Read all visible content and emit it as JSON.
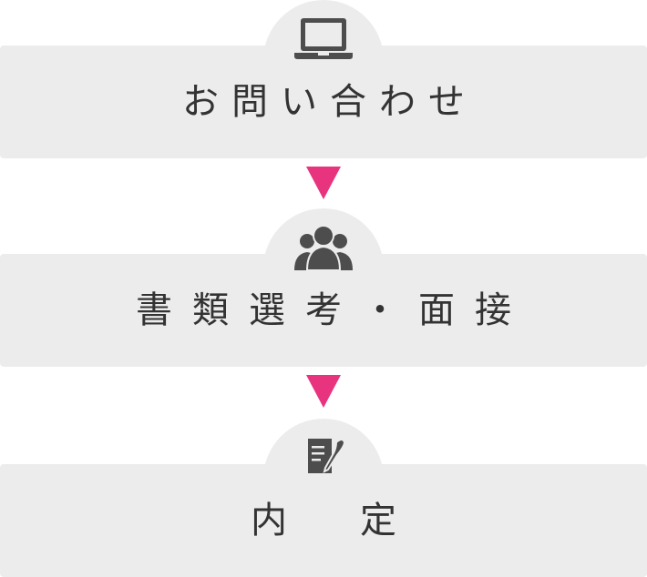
{
  "steps": [
    {
      "label": "お問い合わせ",
      "icon": "laptop-icon"
    },
    {
      "label": "書類選考・面接",
      "icon": "users-group-icon"
    },
    {
      "label": "内定",
      "icon": "document-pen-icon"
    }
  ],
  "colors": {
    "box_background": "#ececec",
    "arrow": "#e8347f",
    "icon": "#4d4d4d",
    "text": "#333333"
  }
}
